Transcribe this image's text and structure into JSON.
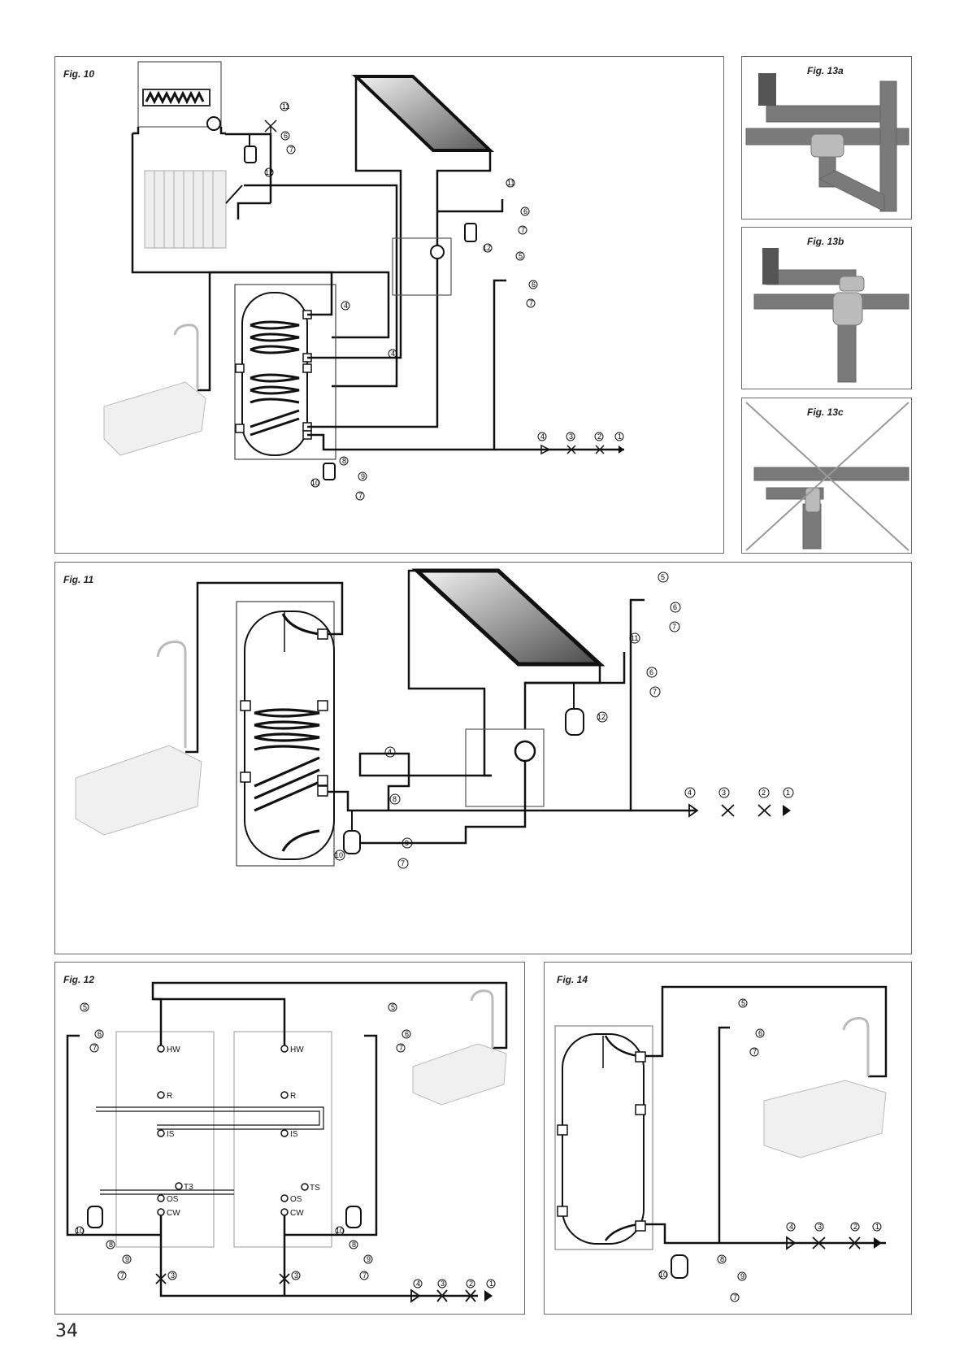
{
  "figures": {
    "fig10": {
      "label": "Fig. 10"
    },
    "fig11": {
      "label": "Fig. 11"
    },
    "fig12": {
      "label": "Fig. 12",
      "sensor_labels": {
        "hw": "HW",
        "r": "R",
        "is": "IS",
        "t3": "T3",
        "ts": "TS",
        "os": "OS",
        "cw": "CW"
      }
    },
    "fig13a": {
      "label": "Fig. 13a"
    },
    "fig13b": {
      "label": "Fig. 13b"
    },
    "fig13c": {
      "label": "Fig. 13c"
    },
    "fig14": {
      "label": "Fig. 14"
    }
  },
  "callouts": {
    "n1": "1",
    "n2": "2",
    "n3": "3",
    "n4": "4",
    "n5": "5",
    "n6": "6",
    "n7": "7",
    "n8": "8",
    "n9": "9",
    "n10": "10",
    "n11": "11",
    "n12": "12"
  },
  "page_number": "34",
  "colors": {
    "line": "#111111",
    "panel_border": "#6a6a6a",
    "pipe_grey": "#7a7a7a",
    "light_grey": "#cfcfcf"
  }
}
